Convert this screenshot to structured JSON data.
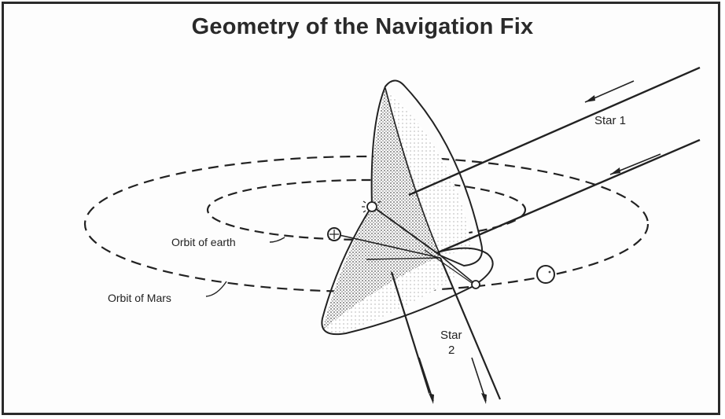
{
  "title": "Geometry of the Navigation Fix",
  "labels": {
    "star1": "Star 1",
    "star2_line1": "Star",
    "star2_line2": "2",
    "orbit_earth": "Orbit of earth",
    "orbit_mars": "Orbit of Mars"
  },
  "colors": {
    "ink": "#222222",
    "shade_dark": "#555555",
    "shade_light": "#bdbdbd"
  }
}
